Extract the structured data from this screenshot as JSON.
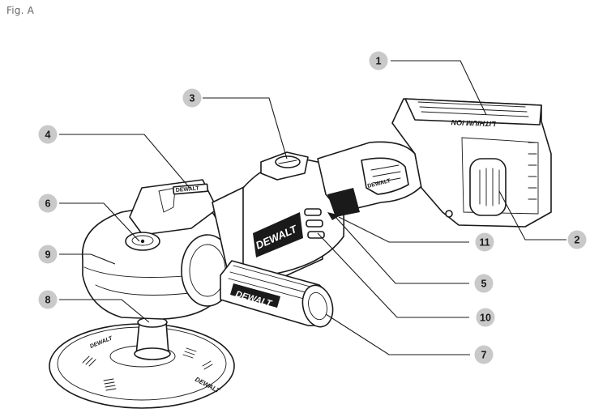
{
  "figure": {
    "label": "Fig. A"
  },
  "brand": {
    "name": "DEWALT",
    "battery_text": "LITHIUM ION",
    "pad_text": "DEWALT"
  },
  "callouts": [
    {
      "number": "1"
    },
    {
      "number": "2"
    },
    {
      "number": "3"
    },
    {
      "number": "4"
    },
    {
      "number": "5"
    },
    {
      "number": "6"
    },
    {
      "number": "7"
    },
    {
      "number": "8"
    },
    {
      "number": "9"
    },
    {
      "number": "10"
    },
    {
      "number": "11"
    }
  ],
  "colors": {
    "callout_fill": "#c9c9c9",
    "line": "#1a1a1a",
    "label": "#666666"
  }
}
